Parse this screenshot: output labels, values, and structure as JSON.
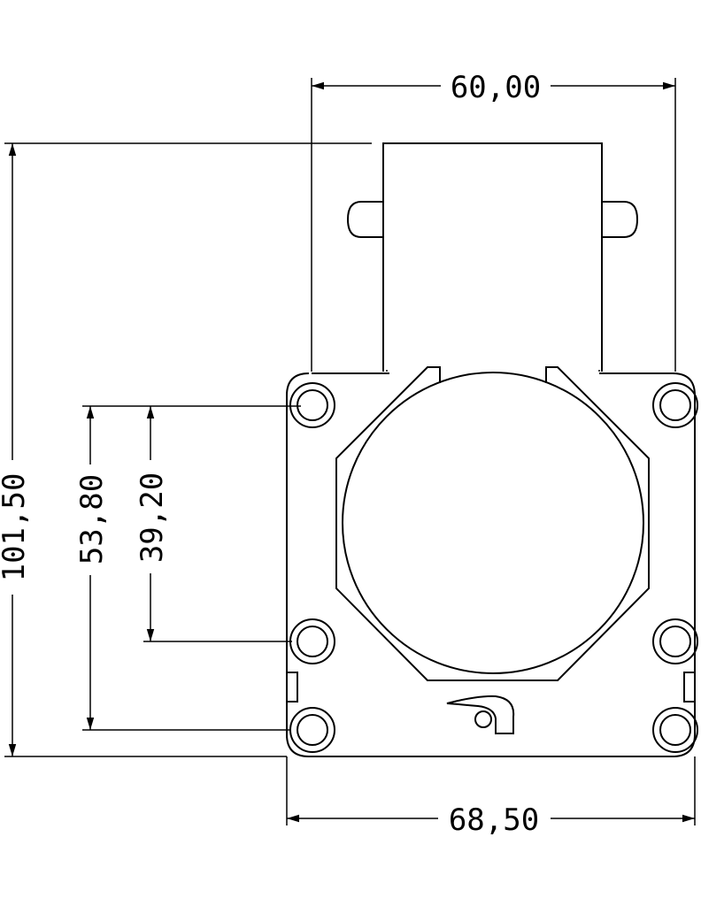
{
  "drawing": {
    "units": "mm",
    "dimensions": {
      "top_width": "60,00",
      "overall_height": "101,50",
      "hole_spacing_outer": "53,80",
      "hole_spacing_inner": "39,20",
      "base_width": "68,50"
    },
    "line_color": "#000000",
    "background_color": "#ffffff"
  }
}
